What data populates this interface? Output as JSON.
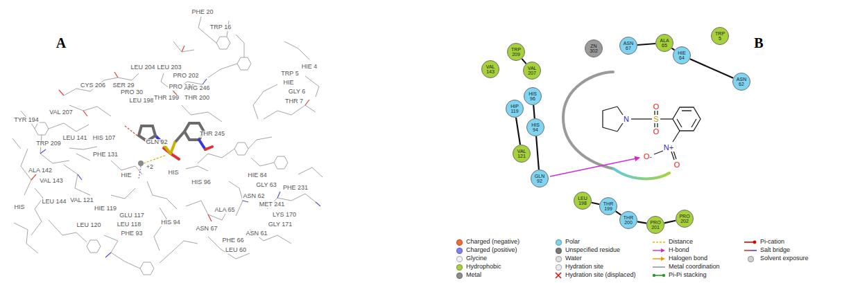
{
  "diagram": {
    "nodes": [
      {
        "text": [
          "TRP 209"
        ]
      },
      {
        "text": [
          "VAL 143"
        ]
      },
      {
        "text": [
          "VAL 207"
        ]
      },
      {
        "text": [
          "HIS 96"
        ]
      },
      {
        "text": [
          "HIP 119"
        ]
      },
      {
        "text": [
          "HIS 94"
        ]
      },
      {
        "text": [
          "VAL 121"
        ]
      },
      {
        "text": [
          "GLN 92"
        ]
      },
      {
        "text": [
          "ZN 302"
        ]
      },
      {
        "text": [
          "ASN 67"
        ]
      },
      {
        "text": [
          "ALA 65"
        ]
      },
      {
        "text": [
          "TRP 5"
        ]
      },
      {
        "text": [
          "HIE 64"
        ]
      },
      {
        "text": [
          "ASN 62"
        ]
      },
      {
        "text": [
          "LEU 198"
        ]
      },
      {
        "text": [
          "THR 199"
        ]
      },
      {
        "text": [
          "THR 200"
        ]
      },
      {
        "text": [
          "PRO 201"
        ]
      },
      {
        "text": [
          "PRO 202"
        ]
      }
    ],
    "edges": [
      {
        "from": 0,
        "to": 2,
        "arrow": "none"
      },
      {
        "from": 3,
        "to": 5,
        "arrow": "none"
      },
      {
        "from": 5,
        "to": 7,
        "arrow": "none"
      },
      {
        "from": 4,
        "to": 6,
        "arrow": "none"
      },
      {
        "from": 9,
        "to": 10,
        "arrow": "none"
      },
      {
        "from": 10,
        "to": 12,
        "arrow": "none"
      },
      {
        "from": 12,
        "to": 13,
        "arrow": "none"
      },
      {
        "from": 14,
        "to": 15,
        "arrow": "none"
      },
      {
        "from": 15,
        "to": 16,
        "arrow": "none"
      },
      {
        "from": 16,
        "to": 17,
        "arrow": "none"
      },
      {
        "from": 17,
        "to": 18,
        "arrow": "none"
      }
    ],
    "labels": [
      "A",
      "PHE 20",
      "TRP 16",
      "LEU 204",
      "LEU 203",
      "PRO 202",
      "PRO 201",
      "TRP 5",
      "HIE 4",
      "HIE",
      "GLY 6",
      "THR 7",
      "CYS 206",
      "SER 29",
      "PRO 30",
      "LEU 198",
      "THR 199",
      "ARG 246",
      "THR 200",
      "TYR 194",
      "VAL 207",
      "TRP 209",
      "LEU 141",
      "HIS 107",
      "GLN 92",
      "THR 245",
      "PHE 131",
      "ALA 142",
      "VAL 143",
      "+2",
      "HIE",
      "HIS",
      "HIE 84",
      "HIS 96",
      "GLY 63",
      "PHE 231",
      "ASN 62",
      "HIS",
      "LEU 144",
      "VAL 121",
      "HIE 119",
      "GLU 117",
      "ALA 65",
      "MET 241",
      "LYS 170",
      "GLY 171",
      "LEU 120",
      "LEU 118",
      "PHE 93",
      "HIS 94",
      "ASN 67",
      "ASN 61",
      "PHE 66",
      "LEU 60",
      "B",
      "N",
      "S",
      "O",
      "O",
      "N+",
      "O-",
      "O"
    ],
    "legend": [
      {
        "text": "Charged (negative)",
        "color": "#f06c3c"
      },
      {
        "text": "Charged (positive)",
        "color": "#8080f0"
      },
      {
        "text": "Glycine",
        "color": "#f2f2f2"
      },
      {
        "text": "Hydrophobic",
        "color": "#a6d13a"
      },
      {
        "text": "Metal",
        "color": "#8c8c8c"
      },
      {
        "text": "Polar",
        "color": "#7fd4f2"
      },
      {
        "text": "Unspecified residue",
        "color": "#7a7a7a"
      },
      {
        "text": "Water",
        "color": "#e0e0e0"
      },
      {
        "text": "Hydration site",
        "color": "#ececec"
      },
      {
        "text": "Hydration site (displaced)"
      },
      {
        "text": "Distance"
      },
      {
        "text": "H-bond"
      },
      {
        "text": "Halogen bond"
      },
      {
        "text": "Metal coordination"
      },
      {
        "text": "Pi-Pi stacking"
      },
      {
        "text": "Pi-cation"
      },
      {
        "text": "Salt bridge"
      },
      {
        "text": "Solvent exposure",
        "color": "#d0d0d0"
      }
    ]
  }
}
